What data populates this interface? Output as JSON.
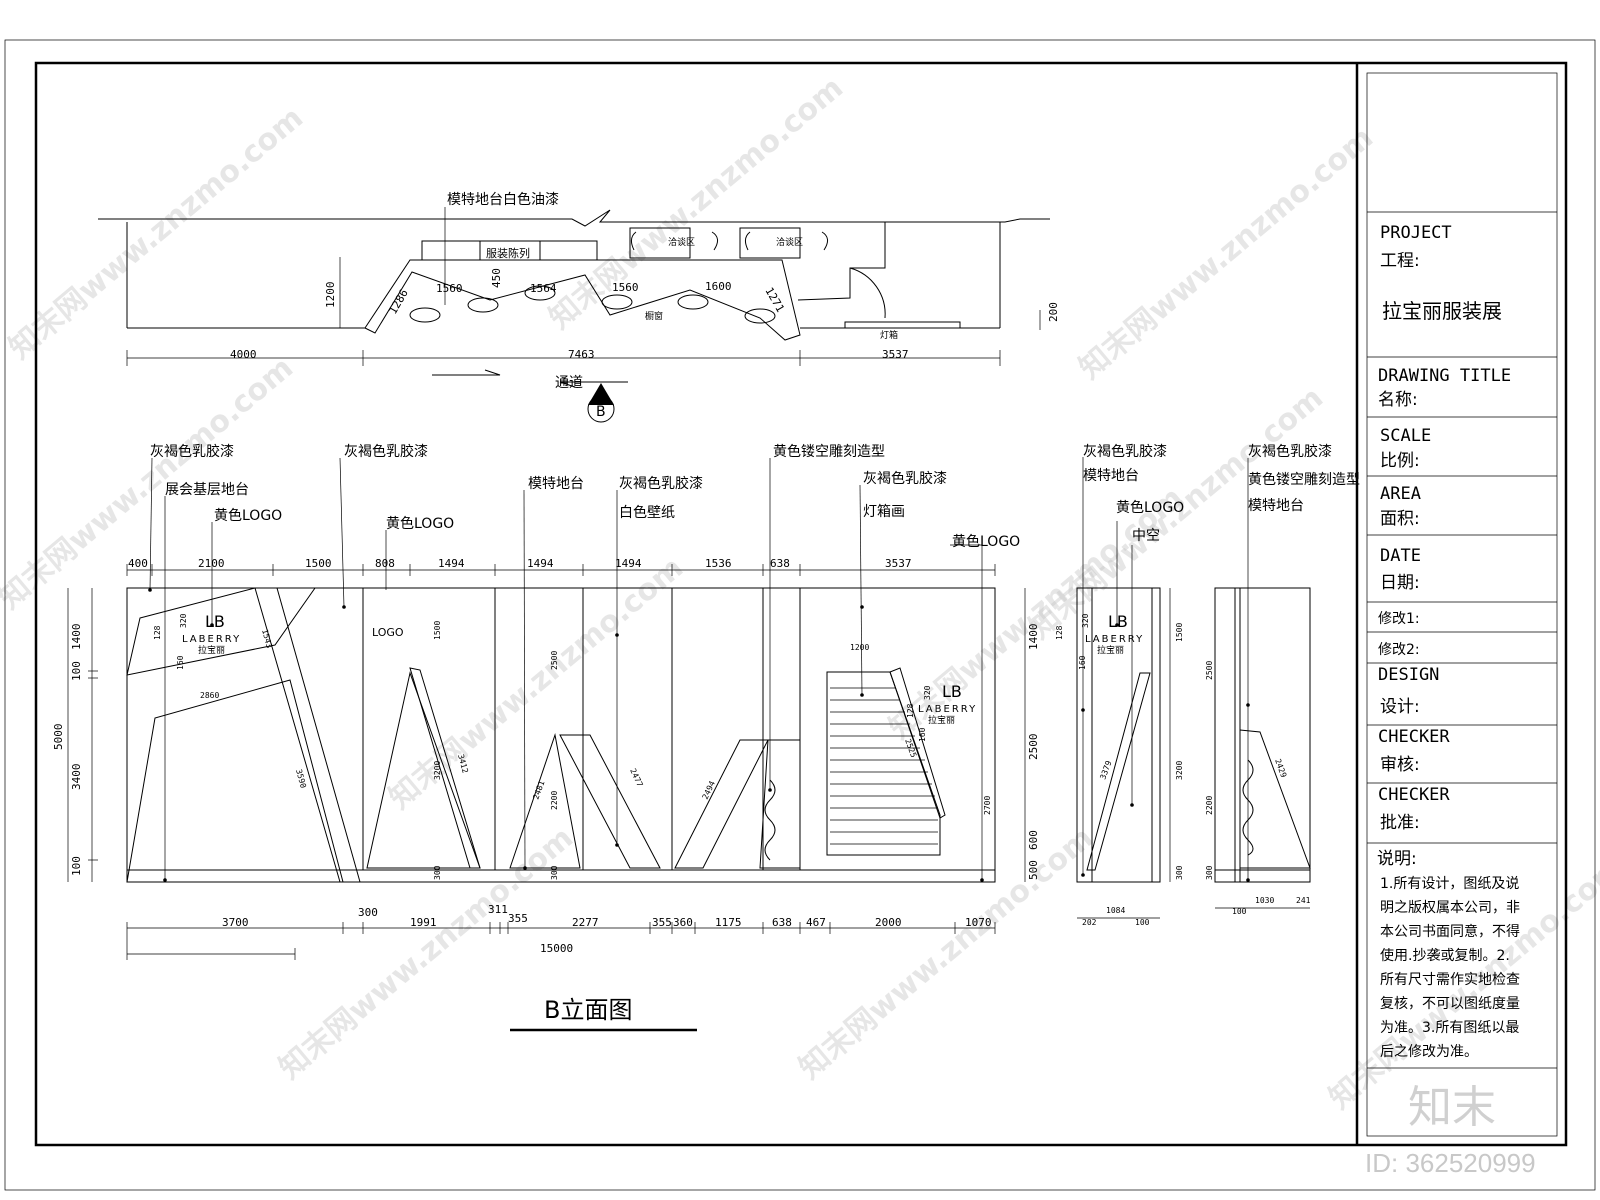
{
  "plan": {
    "note_top": "模特地台白色油漆",
    "rack1": "服装陈列",
    "rack_a": "洽谈区",
    "rack_b": "洽谈区",
    "window": "橱窗",
    "lightbox": "灯箱",
    "seg": [
      "1286",
      "1560",
      "450",
      "1564",
      "1560",
      "1600",
      "1271"
    ],
    "depth": "1200",
    "right_dim": "200",
    "bottom": [
      "4000",
      "7463",
      "3537"
    ],
    "aisle": "通道",
    "marker": "B"
  },
  "elev": {
    "callouts": [
      "灰褐色乳胶漆",
      "展会基层地台",
      "黄色LOGO",
      "灰褐色乳胶漆",
      "黄色LOGO",
      "模特地台",
      "灰褐色乳胶漆",
      "白色壁纸",
      "黄色镂空雕刻造型",
      "灰褐色乳胶漆",
      "灯箱画",
      "黄色LOGO"
    ],
    "logo_text": "LOGO",
    "top_dims": [
      "400",
      "2100",
      "1500",
      "808",
      "1494",
      "1494",
      "1494",
      "1536",
      "638",
      "3537"
    ],
    "left_dims": [
      "1400",
      "100",
      "3400",
      "100",
      "5000"
    ],
    "right_dims": [
      "1400",
      "2500",
      "600",
      "500"
    ],
    "inner": [
      "320",
      "128",
      "160",
      "1543",
      "2860",
      "3590",
      "1500",
      "3200",
      "3412",
      "2500",
      "2481",
      "2200",
      "2477",
      "300",
      "2494",
      "300",
      "1200",
      "128",
      "320",
      "160",
      "2525",
      "2700"
    ],
    "bottom_row1": [
      "300",
      "311",
      "355"
    ],
    "bottom_row2": [
      "3700",
      "1991",
      "2277",
      "355",
      "360",
      "1175",
      "638",
      "467",
      "2000",
      "1070"
    ],
    "total": "15000",
    "brand_en": "LABERRY",
    "brand_cn": "拉宝丽",
    "brand_mark": "LB"
  },
  "side1": {
    "callouts": [
      "灰褐色乳胶漆",
      "模特地台",
      "黄色LOGO",
      "中空"
    ],
    "dims": [
      "320",
      "128",
      "160",
      "3379",
      "1500",
      "3200",
      "300",
      "1084",
      "202",
      "100"
    ]
  },
  "side2": {
    "callouts": [
      "灰褐色乳胶漆",
      "黄色镂空雕刻造型",
      "模特地台"
    ],
    "dims": [
      "2500",
      "2200",
      "2429",
      "300",
      "1030",
      "241",
      "100"
    ]
  },
  "caption": "B立面图",
  "titleblock": {
    "project_en": "PROJECT",
    "project_cn": "工程:",
    "project_name": "拉宝丽服装展",
    "drawing_en": "DRAWING TITLE",
    "drawing_cn": "名称:",
    "scale_en": "SCALE",
    "scale_cn": "比例:",
    "area_en": "AREA",
    "area_cn": "面积:",
    "date_en": "DATE",
    "date_cn": "日期:",
    "rev1": "修改1:",
    "rev2": "修改2:",
    "design_en": "DESIGN",
    "design_cn": "设计:",
    "checker_en": "CHECKER",
    "checker_cn": "审核:",
    "approver_en": "CHECKER",
    "approver_cn": "批准:",
    "notes_title": "说明:",
    "notes": [
      "1.所有设计，图纸及说",
      "明之版权属本公司，非",
      "本公司书面同意，不得",
      "使用.抄袭或复制。2.",
      "所有尺寸需作实地检查",
      "复核，不可以图纸度量",
      "为准。3.所有图纸以最",
      "后之修改为准。"
    ],
    "logo": "知末"
  },
  "watermark": "知末网www.znzmo.com",
  "id_label": "ID: 362520999"
}
